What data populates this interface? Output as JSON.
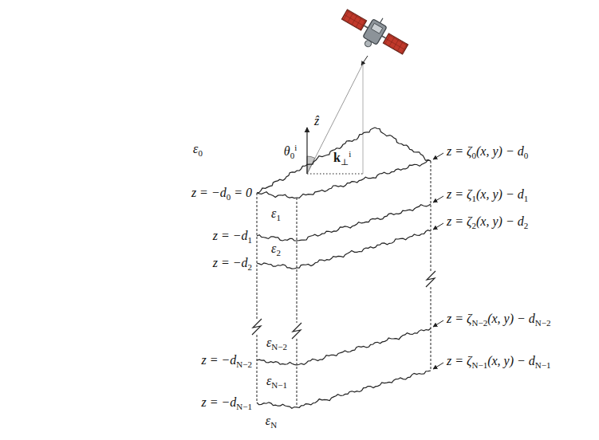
{
  "diagram": {
    "labels": [
      "ε0",
      "ε1",
      "ε2",
      "εN−2",
      "εN−1",
      "εN",
      "θ0i",
      "ẑ",
      "k⊥i",
      "z = −d0 = 0",
      "z = −d1",
      "z = −d2",
      "z = −dN−2",
      "z = −dN−1",
      "z = ζ0(x, y) − d0",
      "z = ζ1(x, y) − d1",
      "z = ζ2(x, y) − d2",
      "z = ζN−2(x, y) − dN−2",
      "z = ζN−1(x, y) − dN−1"
    ]
  }
}
